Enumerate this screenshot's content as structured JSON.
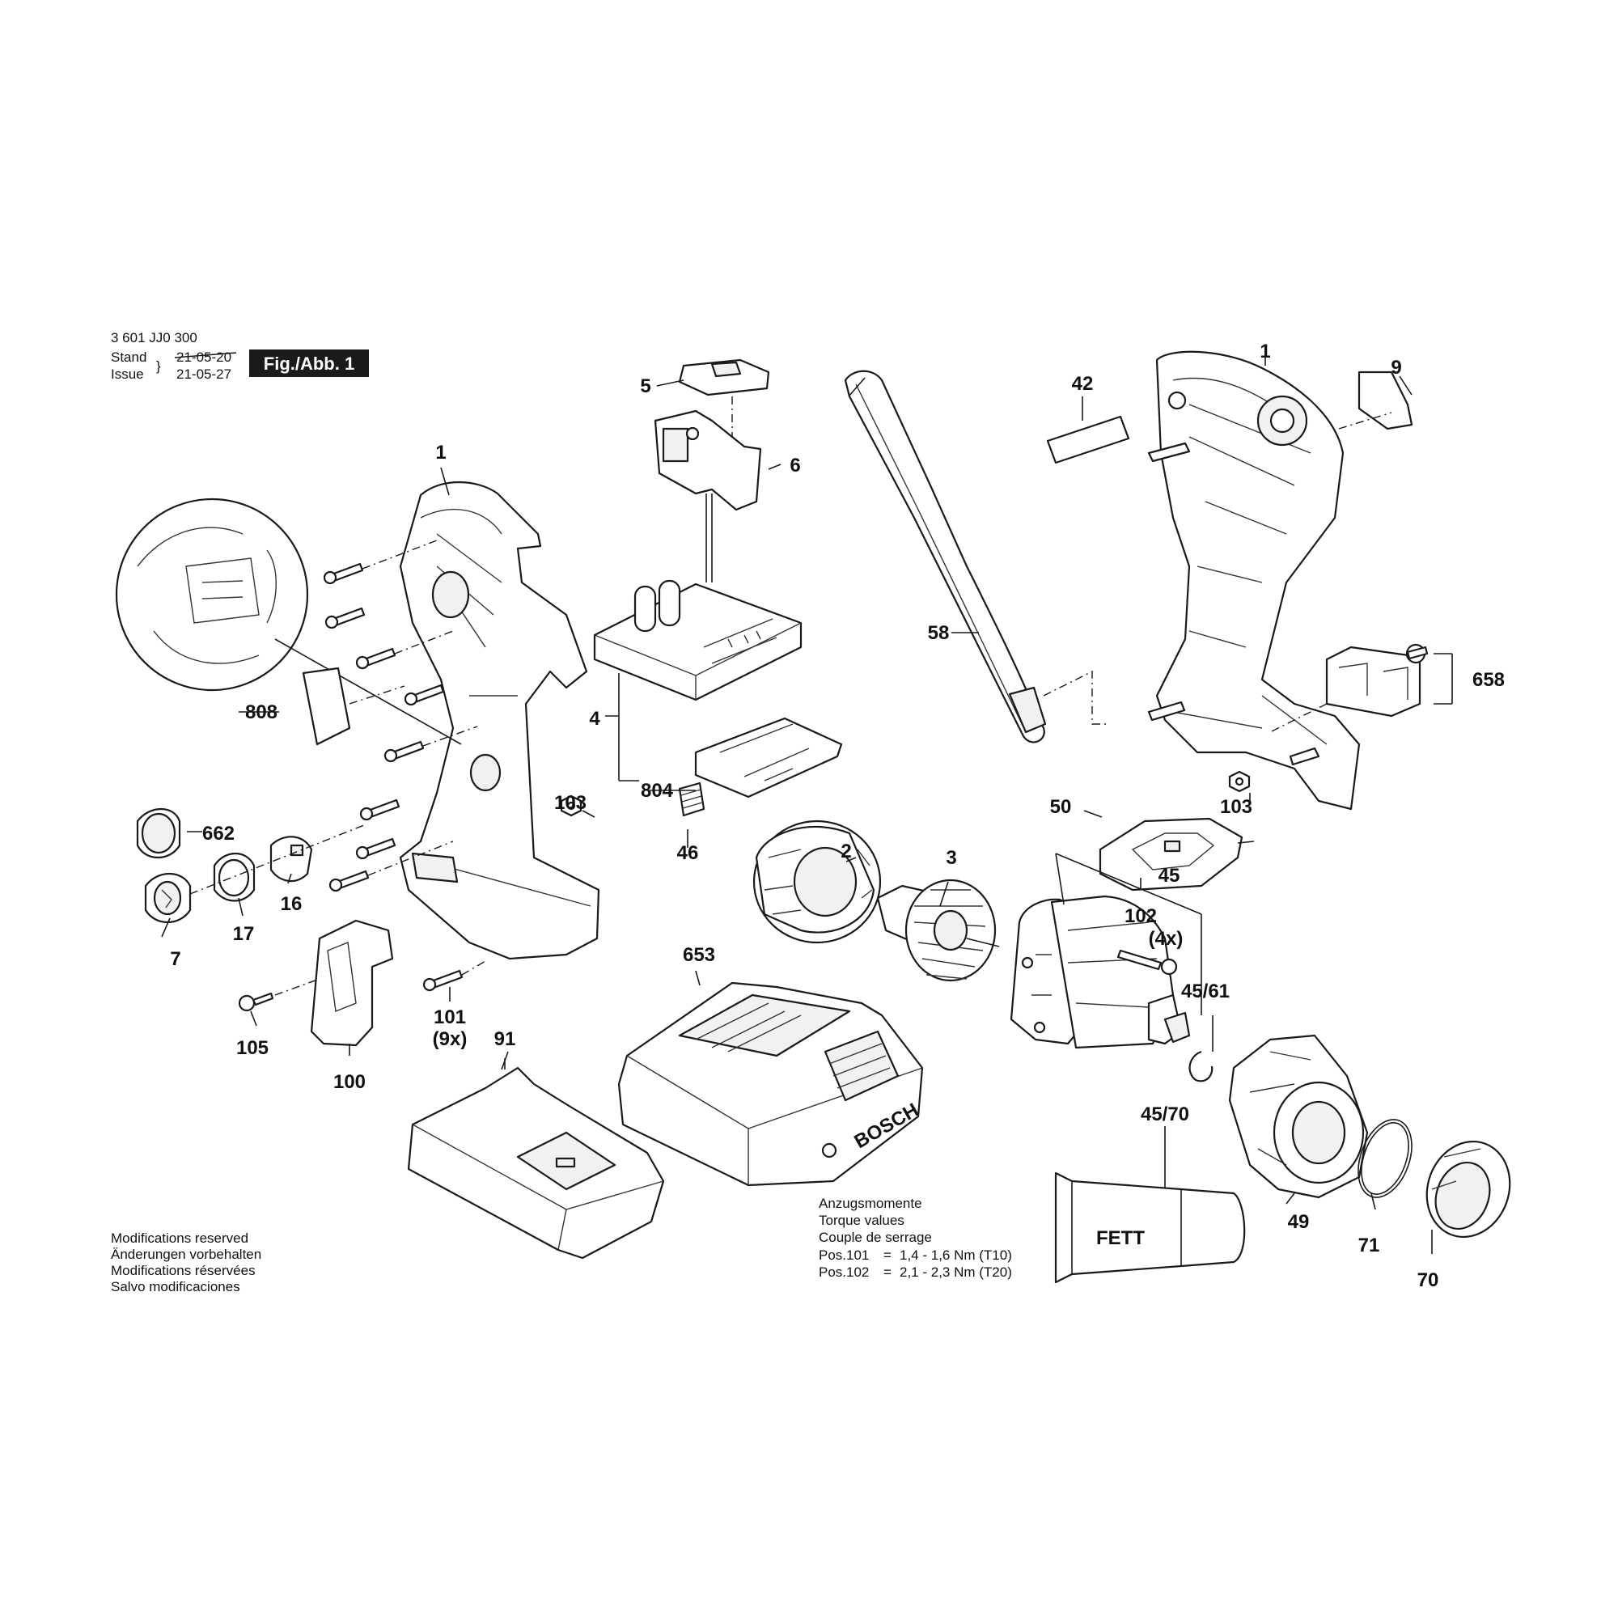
{
  "header": {
    "doc_number": "3 601 JJ0 300",
    "stand_label": "Stand",
    "issue_label": "Issue",
    "stand_date_old": "21-05-20",
    "issue_date": "21-05-27",
    "figure_badge": "Fig./Abb. 1"
  },
  "callouts": {
    "p1a": "1",
    "p1b": "1",
    "p2": "2",
    "p3": "3",
    "p4": "4",
    "p5": "5",
    "p6": "6",
    "p7": "7",
    "p9": "9",
    "p16": "16",
    "p17": "17",
    "p42": "42",
    "p45": "45",
    "p45_61": "45/61",
    "p45_70": "45/70",
    "p46": "46",
    "p49": "49",
    "p50": "50",
    "p58": "58",
    "p70": "70",
    "p71": "71",
    "p91": "91",
    "p100": "100",
    "p101": "101",
    "p101_qty": "(9x)",
    "p102": "102",
    "p102_qty": "(4x)",
    "p103a": "103",
    "p103b": "103",
    "p105": "105",
    "p653": "653",
    "p658": "658",
    "p662": "662",
    "p804": "804",
    "p808": "808"
  },
  "grease_label": "FETT",
  "torque": {
    "lines": [
      "Anzugsmomente",
      "Torque values",
      "Couple de serrage"
    ],
    "rows": [
      {
        "pos": "Pos.101",
        "eq": "=",
        "value": "1,4 - 1,6 Nm (T10)"
      },
      {
        "pos": "Pos.102",
        "eq": "=",
        "value": "2,1 - 2,3 Nm (T20)"
      }
    ]
  },
  "modifications": [
    "Modifications reserved",
    "Änderungen vorbehalten",
    "Modifications réservées",
    "Salvo modificaciones"
  ],
  "brand_mark": "BOSCH"
}
